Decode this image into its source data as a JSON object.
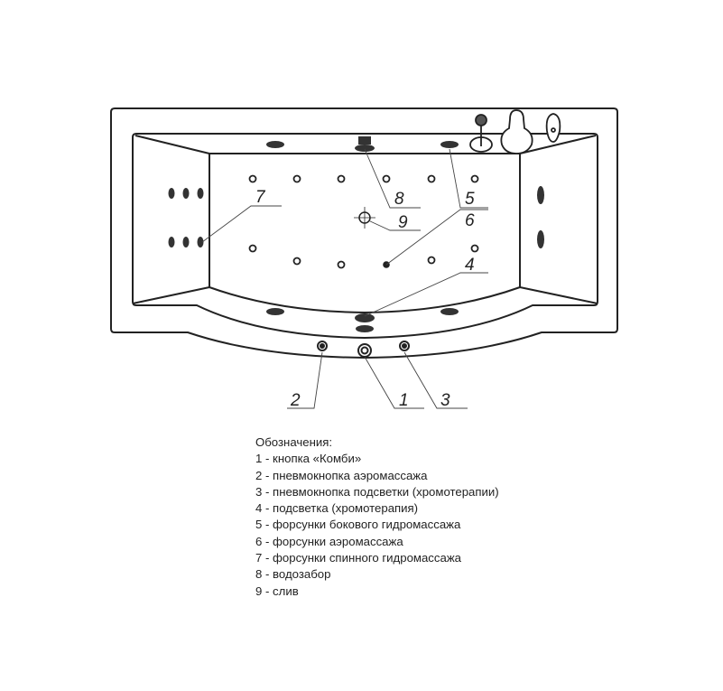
{
  "callouts": {
    "c1": "1",
    "c2": "2",
    "c3": "3",
    "c4": "4",
    "c5": "5",
    "c6": "6",
    "c7": "7",
    "c8": "8",
    "c9": "9"
  },
  "legend": {
    "title": "Обозначения:",
    "items": [
      "1 - кнопка «Комби»",
      "2 - пневмокнопка аэромассажа",
      "3 - пневмокнопка подсветки (хромотерапии)",
      "4 - подсветка (хромотерапия)",
      "5 - форсунки бокового гидромассажа",
      "6 - форсунки аэромассажа",
      "7 - форсунки спинного гидромассажа",
      "8 - водозабор",
      "9 - слив"
    ]
  }
}
